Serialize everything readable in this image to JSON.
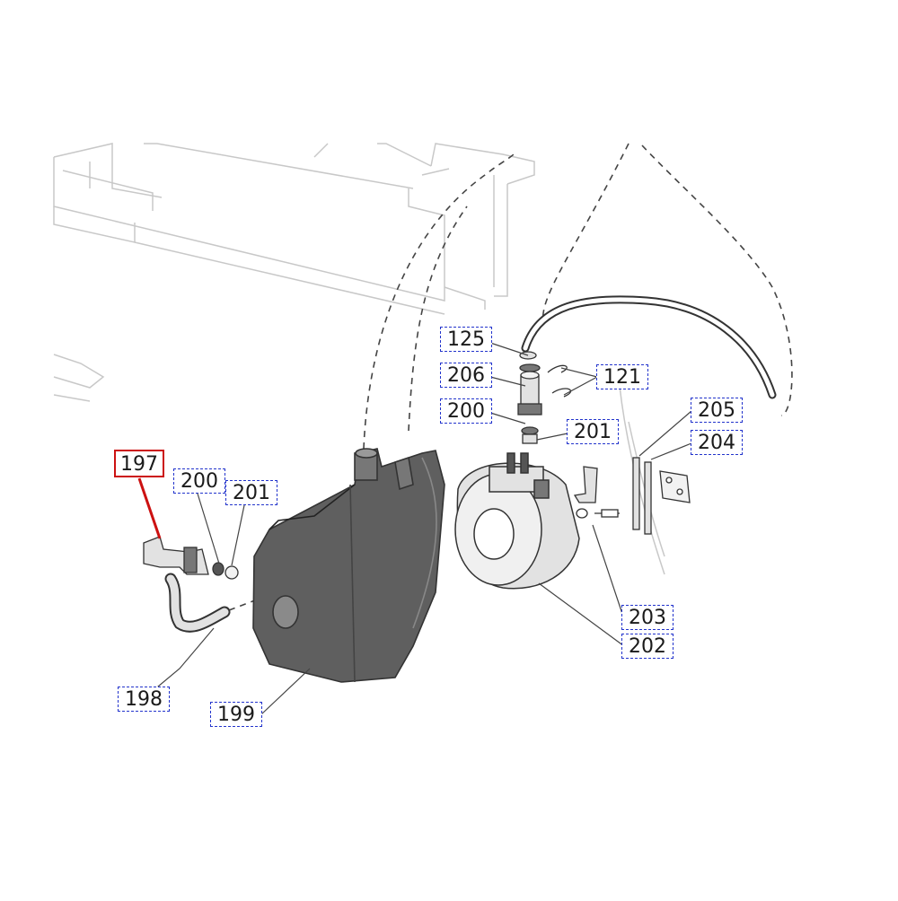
{
  "diagram": {
    "selected_callout": "197",
    "colors": {
      "callout_border": "#2233cc",
      "selected_border": "#cc1111",
      "line": "#444444",
      "ghost": "#c8c8c8",
      "part_dark": "#5f5f5f",
      "part_light": "#e2e2e2"
    },
    "callouts": [
      {
        "id": "c125",
        "label": "125"
      },
      {
        "id": "c206",
        "label": "206"
      },
      {
        "id": "c121",
        "label": "121"
      },
      {
        "id": "c200a",
        "label": "200"
      },
      {
        "id": "c201a",
        "label": "201"
      },
      {
        "id": "c205",
        "label": "205"
      },
      {
        "id": "c204",
        "label": "204"
      },
      {
        "id": "c197",
        "label": "197"
      },
      {
        "id": "c200b",
        "label": "200"
      },
      {
        "id": "c201b",
        "label": "201"
      },
      {
        "id": "c203",
        "label": "203"
      },
      {
        "id": "c202",
        "label": "202"
      },
      {
        "id": "c198",
        "label": "198"
      },
      {
        "id": "c199",
        "label": "199"
      }
    ]
  }
}
